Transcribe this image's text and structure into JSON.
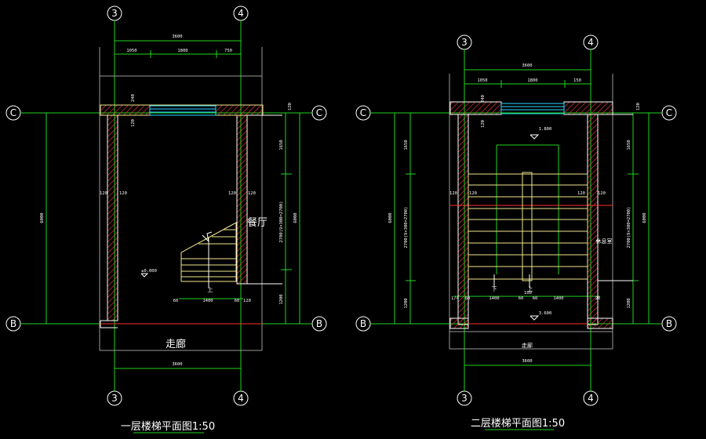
{
  "plans": [
    {
      "title": "一层楼梯平面图1:50",
      "axes": {
        "left_top": "3",
        "right_top": "4",
        "left_bottom": "3",
        "right_bottom": "4",
        "row_top": "C",
        "row_bottom": "B"
      },
      "dims": {
        "overall_top": "3600",
        "seg_left": "1050",
        "seg_mid": "1800",
        "seg_right": "750",
        "overall_bottom": "3600",
        "height_left": "6000",
        "height_right": "6000",
        "right_upper": "1650",
        "right_mid": "2700(9×300=2700)",
        "right_lower": "1200",
        "wall_l_a": "120",
        "wall_l_b": "120",
        "wall_r_a": "120",
        "wall_r_b": "120",
        "top_wall": "240",
        "top_wall2": "120",
        "side_r": "120",
        "bot_60_l": "60",
        "bot_run": "1400",
        "bot_60_r": "60",
        "bot_120": "120",
        "level": "±0.000"
      },
      "rooms": {
        "corridor": "走廊",
        "dining": "餐厅"
      },
      "stair_note": "上"
    },
    {
      "title": "二层楼梯平面图1:50",
      "axes": {
        "left_top": "3",
        "right_top": "4",
        "left_bottom": "3",
        "right_bottom": "4",
        "row_top": "C",
        "row_bottom": "B"
      },
      "dims": {
        "overall_top": "3600",
        "seg_left": "1050",
        "seg_mid": "1800",
        "seg_right": "150",
        "overall_bottom": "3600",
        "height_left": "6000",
        "height_right": "6000",
        "left_upper": "1650",
        "left_mid": "2700(9×300=2700)",
        "left_lower": "1200",
        "right_upper": "1650",
        "right_mid": "2700(9×300=2700)",
        "right_lower": "1200",
        "wall_l_a": "120",
        "wall_l_b": "120",
        "wall_r_a": "120",
        "wall_r_b": "120",
        "top_wall": "240",
        "top_wall2": "120",
        "side_r": "120",
        "bot_a": "1/4",
        "bot_b": "60",
        "bot_run_l": "1400",
        "bot_c": "60",
        "bot_mid": "100",
        "bot_d": "60",
        "bot_run_r": "1400",
        "bot_e": "20",
        "level_landing": "1.800",
        "level_floor": "3.600"
      },
      "rooms": {
        "corridor": "走廊",
        "lounge": "休息室"
      },
      "stair_notes": {
        "up": "上",
        "down": "下"
      }
    }
  ]
}
